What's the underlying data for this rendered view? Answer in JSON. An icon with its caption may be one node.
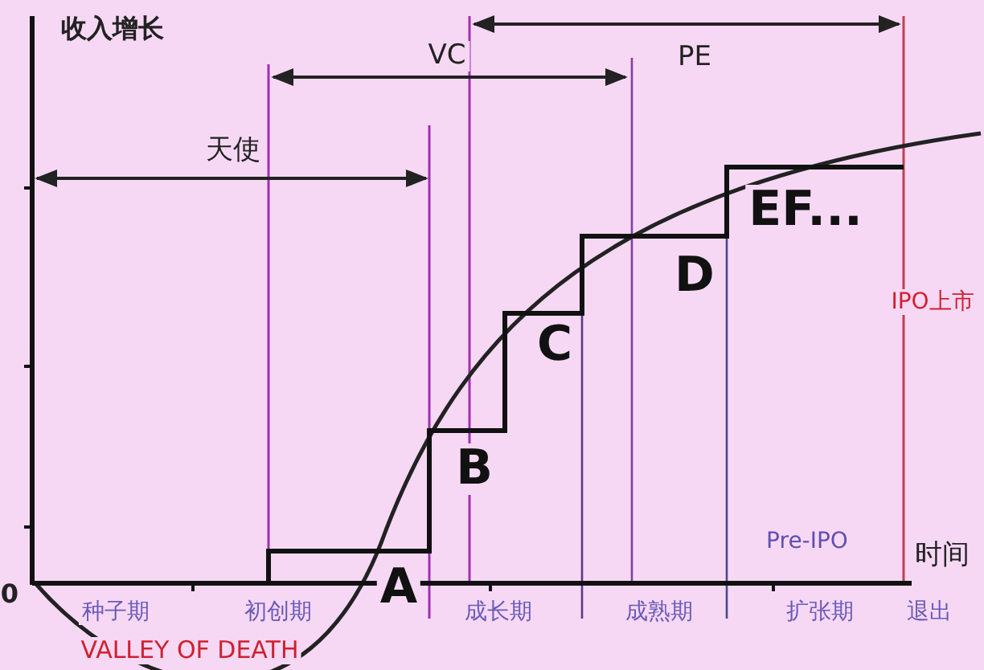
{
  "diagram": {
    "labels": [
      "收入增长",
      "VC",
      "PE",
      "天使",
      "EF...",
      "D",
      "IPO上市",
      "C",
      "B",
      "Pre-IPO",
      "时间",
      "0",
      "A",
      "种子期",
      "初创期",
      "成长期",
      "成熟期",
      "扩张期",
      "退出",
      "VALLEY OF DEATH"
    ]
  }
}
